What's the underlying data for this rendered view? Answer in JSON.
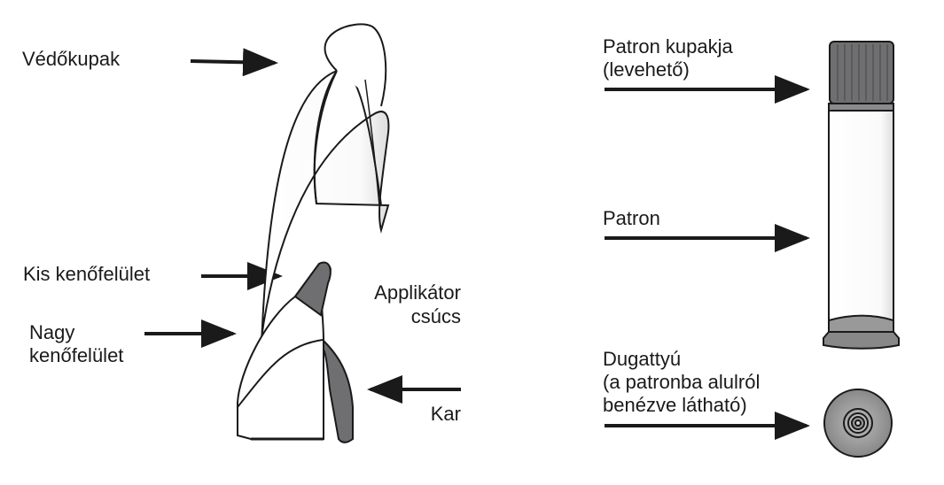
{
  "labels": {
    "cap": "Védőkupak",
    "small_surface": "Kis kenőfelület",
    "large_surface_1": "Nagy",
    "large_surface_2": "kenőfelület",
    "tip_1": "Applikátor",
    "tip_2": "csúcs",
    "lever": "Kar",
    "cartridge_cap_1": "Patron kupakja",
    "cartridge_cap_2": "(levehető)",
    "cartridge": "Patron",
    "piston_1": "Dugattyú",
    "piston_2": "(a patronba alulról",
    "piston_3": "benézve látható)"
  },
  "colors": {
    "dark_gray": "#6f6f71",
    "line": "#1a1a1a"
  }
}
